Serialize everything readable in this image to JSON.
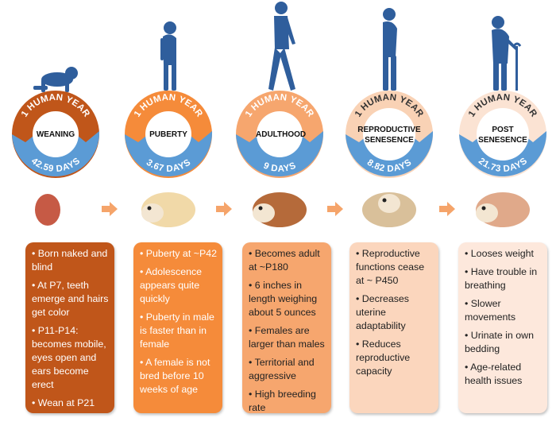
{
  "colors": {
    "blue": "#5b9bd5",
    "figure": "#2f5e9c"
  },
  "stages": [
    {
      "name": "WEANING",
      "name2": "",
      "arc_top": "1 HUMAN YEAR",
      "days": "42.59 DAYS",
      "ring": "#c0561a",
      "box": "#c0561a",
      "text": "#ffffff",
      "figure": "baby-crawling",
      "bullets": [
        "Born naked and blind",
        "At P7, teeth emerge  and hairs get color",
        "P11-P14: becomes mobile, eyes open  and ears become erect",
        "Wean at P21"
      ]
    },
    {
      "name": "PUBERTY",
      "name2": "",
      "arc_top": "1 HUMAN YEAR",
      "days": "3.67 DAYS",
      "ring": "#f58b3a",
      "box": "#f58b3a",
      "text": "#ffffff",
      "figure": "child-standing",
      "bullets": [
        "Puberty at ~P42",
        "Adolescence appears quite quickly",
        "Puberty in male is faster than in female",
        "A female is not bred before 10 weeks  of age"
      ]
    },
    {
      "name": "ADULTHOOD",
      "name2": "",
      "arc_top": "1 HUMAN YEAR",
      "days": "9 DAYS",
      "ring": "#f6a66e",
      "box": "#f6a66e",
      "text": "#222222",
      "figure": "adult-walking",
      "bullets": [
        "Becomes adult at ~P180",
        "6 inches in length weighing about  5 ounces",
        "Females are larger than males",
        "Territorial and aggressive",
        "High breeding rate"
      ]
    },
    {
      "name": "REPRODUCTIVE",
      "name2": "SENESENCE",
      "arc_top": "1 HUMAN YEAR",
      "days": "8.82 DAYS",
      "ring": "#f9d2b5",
      "box": "#fbd6bd",
      "text": "#222222",
      "figure": "older-adult",
      "bullets": [
        "Reproductive functions cease at ~ P450",
        "Decreases uterine adaptability",
        "Reduces reproductive capacity"
      ]
    },
    {
      "name": "POST",
      "name2": "SENESENCE",
      "arc_top": "1 HUMAN YEAR",
      "days": "21.73 DAYS",
      "ring": "#fbe3d3",
      "box": "#fde8dc",
      "text": "#222222",
      "figure": "elderly-with-cane",
      "bullets": [
        "Looses weight",
        "Have trouble in breathing",
        "Slower movements",
        "Urinate in own bedding",
        "Age-related health issues"
      ]
    }
  ]
}
